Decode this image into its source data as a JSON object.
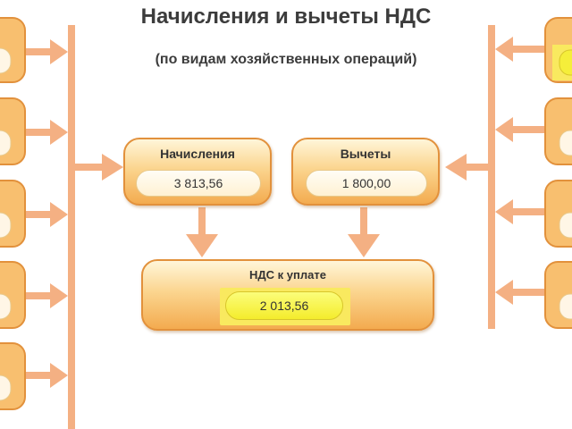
{
  "title": "Начисления и вычеты НДС",
  "subtitle": "(по видам хозяйственных операций)",
  "accruals": {
    "label": "Начисления",
    "value": "3 813,56"
  },
  "deductions": {
    "label": "Вычеты",
    "value": "1 800,00"
  },
  "vat_payable": {
    "label": "НДС к уплате",
    "value": "2 013,56"
  },
  "colors": {
    "connector": "#f4b083",
    "card_border": "#e2913c",
    "card_fill_top": "#fff6d9",
    "card_fill_bottom": "#f3ab4f",
    "highlight": "#f9e95f"
  }
}
